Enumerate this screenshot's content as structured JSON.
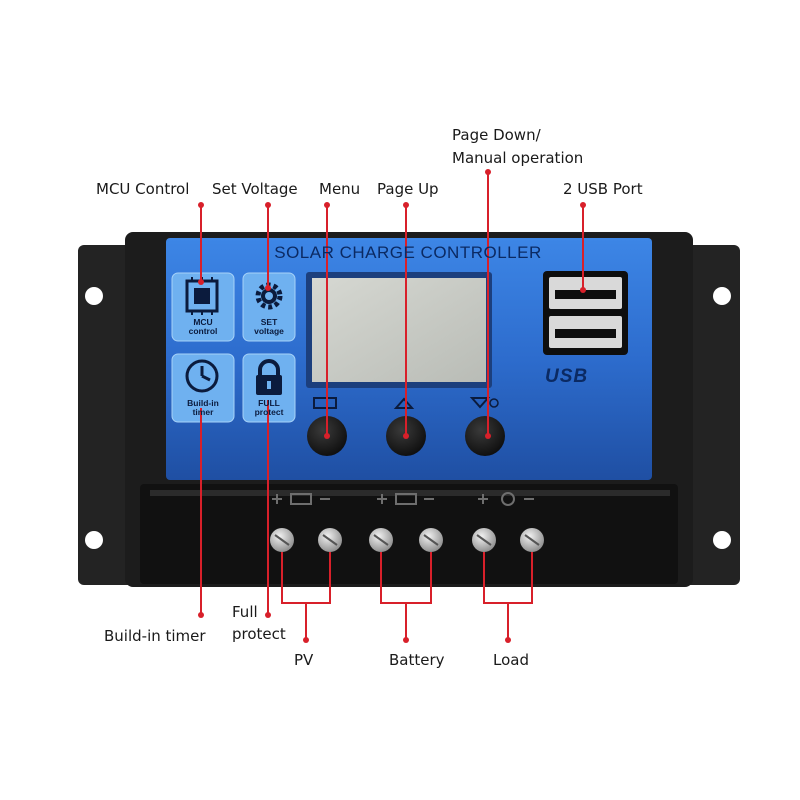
{
  "panel": {
    "title": "SOLAR CHARGE CONTROLLER",
    "usb_logo": "USB",
    "icons": [
      {
        "name": "mcu-chip-icon",
        "line1": "MCU",
        "line2": "control"
      },
      {
        "name": "gear-icon",
        "line1": "SET",
        "line2": "voltage"
      },
      {
        "name": "clock-icon",
        "line1": "Build-in",
        "line2": "timer"
      },
      {
        "name": "lock-icon",
        "line1": "FULL",
        "line2": "protect"
      }
    ]
  },
  "callouts": {
    "mcu_control": "MCU Control",
    "set_voltage": "Set Voltage",
    "menu": "Menu",
    "page_up": "Page Up",
    "page_down_line1": "Page Down/",
    "page_down_line2": "Manual operation",
    "usb_port": "2 USB Port",
    "build_in_timer": "Build-in timer",
    "full_protect_line1": "Full",
    "full_protect_line2": "protect",
    "pv": "PV",
    "battery": "Battery",
    "load": "Load"
  },
  "colors": {
    "panel_blue": "#2f6fd0",
    "body_black": "#1e1e1e",
    "callout_red": "#d8202a",
    "lcd": "#c9cbc6"
  }
}
